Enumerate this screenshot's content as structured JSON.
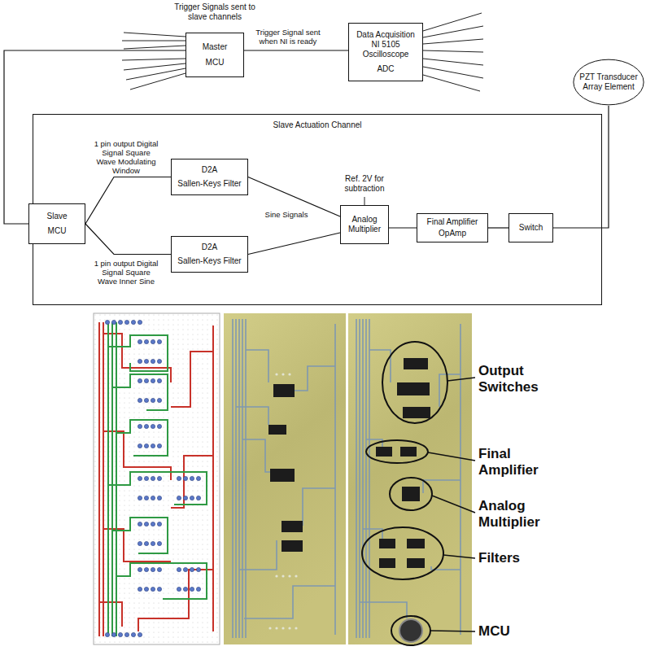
{
  "diagram": {
    "nodes": [
      {
        "text": [
          "Master",
          "MCU"
        ]
      },
      {
        "text": [
          "Data Acquisition NI 5105 Oscilloscope",
          "ADC"
        ]
      },
      {
        "text": [
          "PZT Transducer Array Element"
        ]
      },
      {
        "text": [
          "Slave Actuation Channel"
        ]
      },
      {
        "text": [
          "Slave",
          "MCU"
        ],
        "in": 3
      },
      {
        "text": [
          "D2A",
          "Sallen-Keys Filter"
        ],
        "in": 3
      },
      {
        "text": [
          "D2A",
          "Sallen-Keys Filter"
        ],
        "in": 3
      },
      {
        "text": [
          "Analog Multiplier"
        ],
        "in": 3
      },
      {
        "text": [
          "Final Amplifier",
          "OpAmp"
        ],
        "in": 3
      },
      {
        "text": [
          "Switch"
        ],
        "in": 3
      }
    ],
    "edges": [
      {
        "from": 0,
        "to": 1,
        "arrow": "none",
        "label": "Trigger Signal sent when NI is ready"
      },
      {
        "from": 0,
        "to": 4,
        "arrow": "none"
      },
      {
        "from": 4,
        "to": 5,
        "arrow": "none",
        "label": "1 pin output Digital Signal Square Wave Modulating Window"
      },
      {
        "from": 4,
        "to": 6,
        "arrow": "none",
        "label": "1 pin output Digital Signal Square Wave Inner Sine"
      },
      {
        "from": 5,
        "to": 7,
        "arrow": "none",
        "label": "Sine Signals"
      },
      {
        "from": 6,
        "to": 7,
        "arrow": "none"
      },
      {
        "from": 7,
        "to": 8,
        "arrow": "none"
      },
      {
        "from": 8,
        "to": 9,
        "arrow": "none"
      },
      {
        "from": 9,
        "to": 2,
        "arrow": "none"
      }
    ],
    "labels": [
      "Trigger Signals sent to slave channels",
      "Ref. 2V for subtraction",
      "Output Switches",
      "Final Amplifier",
      "Analog Multiplier",
      "Filters",
      "MCU"
    ]
  }
}
